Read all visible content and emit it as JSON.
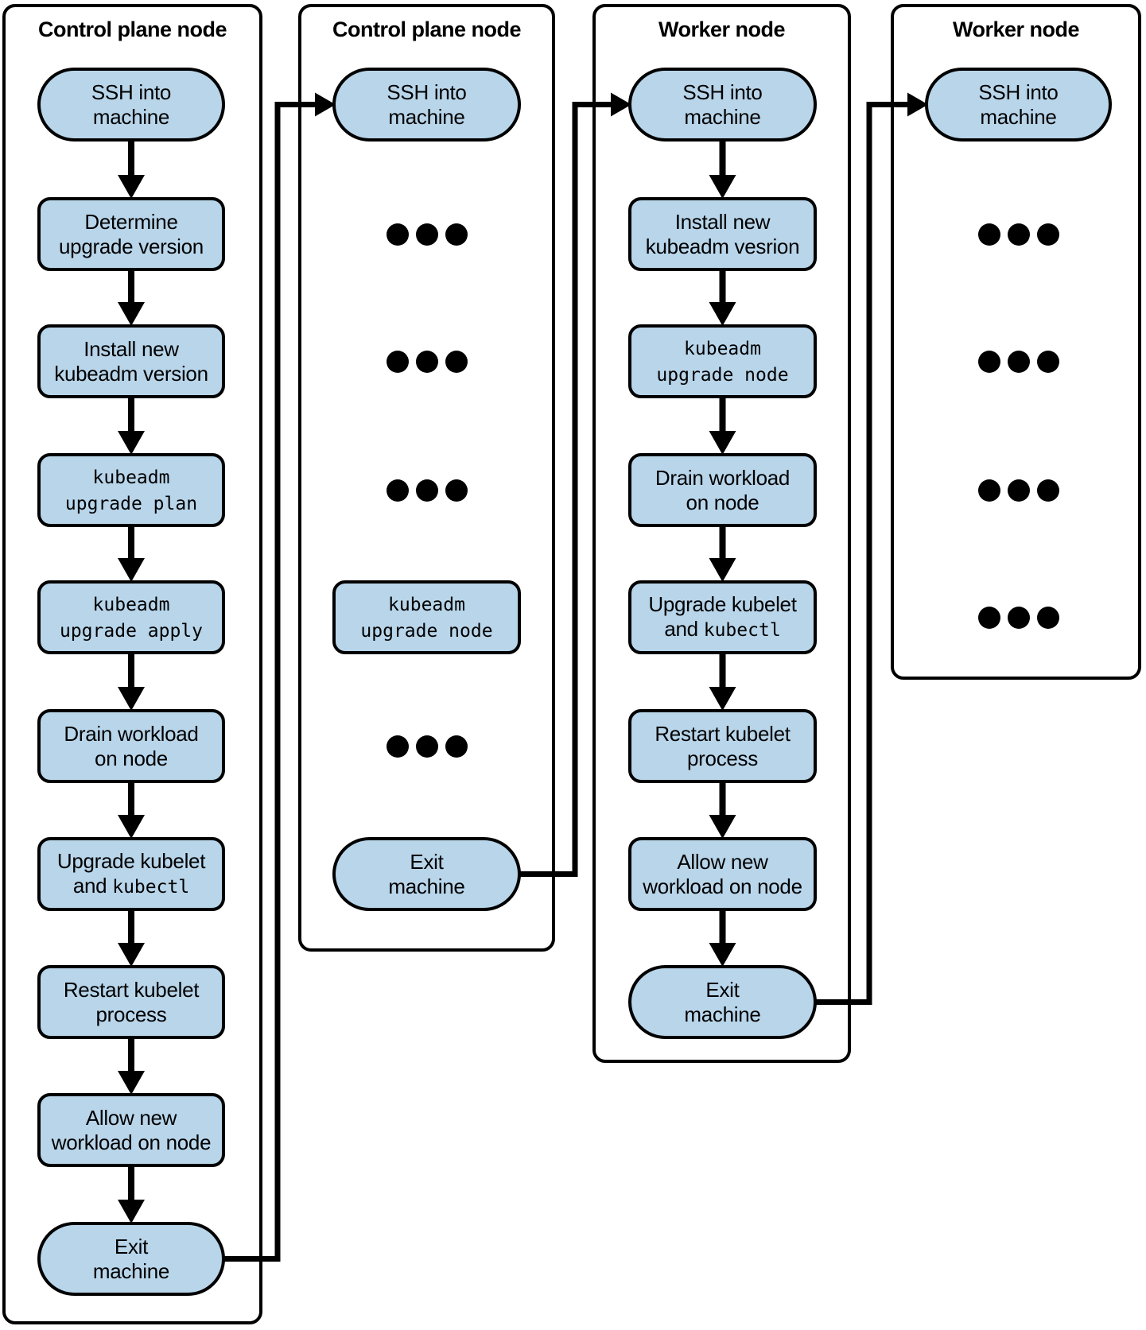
{
  "diagram": {
    "title": "kubeadm cluster upgrade flow",
    "colors": {
      "node_fill": "#b8d5ea",
      "stroke": "#000000",
      "background": "#ffffff"
    },
    "columns": [
      {
        "title": "Control plane node",
        "nodes": [
          {
            "kind": "pill",
            "row": 0,
            "lines": [
              [
                {
                  "t": "SSH into"
                }
              ],
              [
                {
                  "t": "machine"
                }
              ]
            ]
          },
          {
            "kind": "step",
            "row": 1,
            "lines": [
              [
                {
                  "t": "Determine"
                }
              ],
              [
                {
                  "t": "upgrade version"
                }
              ]
            ]
          },
          {
            "kind": "step",
            "row": 2,
            "lines": [
              [
                {
                  "t": "Install new"
                }
              ],
              [
                {
                  "t": "kubeadm version"
                }
              ]
            ]
          },
          {
            "kind": "code",
            "row": 3,
            "lines": [
              [
                {
                  "t": "kubeadm",
                  "mono": true
                }
              ],
              [
                {
                  "t": "upgrade plan",
                  "mono": true
                }
              ]
            ]
          },
          {
            "kind": "code",
            "row": 4,
            "lines": [
              [
                {
                  "t": "kubeadm",
                  "mono": true
                }
              ],
              [
                {
                  "t": "upgrade apply",
                  "mono": true
                }
              ]
            ]
          },
          {
            "kind": "step",
            "row": 5,
            "lines": [
              [
                {
                  "t": "Drain workload"
                }
              ],
              [
                {
                  "t": "on node"
                }
              ]
            ]
          },
          {
            "kind": "step",
            "row": 6,
            "lines": [
              [
                {
                  "t": "Upgrade kubelet"
                }
              ],
              [
                {
                  "t": "and "
                },
                {
                  "t": "kubectl",
                  "mono": true
                }
              ]
            ]
          },
          {
            "kind": "step",
            "row": 7,
            "lines": [
              [
                {
                  "t": "Restart kubelet"
                }
              ],
              [
                {
                  "t": "process"
                }
              ]
            ]
          },
          {
            "kind": "step",
            "row": 8,
            "lines": [
              [
                {
                  "t": "Allow new"
                }
              ],
              [
                {
                  "t": "workload on node"
                }
              ]
            ]
          },
          {
            "kind": "pill",
            "row": 9,
            "lines": [
              [
                {
                  "t": "Exit"
                }
              ],
              [
                {
                  "t": "machine"
                }
              ]
            ]
          }
        ]
      },
      {
        "title": "Control plane node",
        "nodes": [
          {
            "kind": "pill",
            "row": 0,
            "lines": [
              [
                {
                  "t": "SSH into"
                }
              ],
              [
                {
                  "t": "machine"
                }
              ]
            ]
          },
          {
            "kind": "dots",
            "row": 1
          },
          {
            "kind": "dots",
            "row": 2
          },
          {
            "kind": "dots",
            "row": 3
          },
          {
            "kind": "code",
            "row": 4,
            "lines": [
              [
                {
                  "t": "kubeadm",
                  "mono": true
                }
              ],
              [
                {
                  "t": "upgrade node",
                  "mono": true
                }
              ]
            ]
          },
          {
            "kind": "dots",
            "row": 5
          },
          {
            "kind": "pill",
            "row": 6,
            "lines": [
              [
                {
                  "t": "Exit"
                }
              ],
              [
                {
                  "t": "machine"
                }
              ]
            ]
          }
        ]
      },
      {
        "title": "Worker node",
        "nodes": [
          {
            "kind": "pill",
            "row": 0,
            "lines": [
              [
                {
                  "t": "SSH into"
                }
              ],
              [
                {
                  "t": "machine"
                }
              ]
            ]
          },
          {
            "kind": "step",
            "row": 1,
            "lines": [
              [
                {
                  "t": "Install new"
                }
              ],
              [
                {
                  "t": "kubeadm vesrion"
                }
              ]
            ]
          },
          {
            "kind": "code",
            "row": 2,
            "lines": [
              [
                {
                  "t": "kubeadm",
                  "mono": true
                }
              ],
              [
                {
                  "t": "upgrade node",
                  "mono": true
                }
              ]
            ]
          },
          {
            "kind": "step",
            "row": 3,
            "lines": [
              [
                {
                  "t": "Drain workload"
                }
              ],
              [
                {
                  "t": "on node"
                }
              ]
            ]
          },
          {
            "kind": "step",
            "row": 4,
            "lines": [
              [
                {
                  "t": "Upgrade kubelet"
                }
              ],
              [
                {
                  "t": "and "
                },
                {
                  "t": "kubectl",
                  "mono": true
                }
              ]
            ]
          },
          {
            "kind": "step",
            "row": 5,
            "lines": [
              [
                {
                  "t": "Restart kubelet"
                }
              ],
              [
                {
                  "t": "process"
                }
              ]
            ]
          },
          {
            "kind": "step",
            "row": 6,
            "lines": [
              [
                {
                  "t": "Allow new"
                }
              ],
              [
                {
                  "t": "workload on node"
                }
              ]
            ]
          },
          {
            "kind": "pill",
            "row": 7,
            "lines": [
              [
                {
                  "t": "Exit"
                }
              ],
              [
                {
                  "t": "machine"
                }
              ]
            ]
          }
        ]
      },
      {
        "title": "Worker node",
        "nodes": [
          {
            "kind": "pill",
            "row": 0,
            "lines": [
              [
                {
                  "t": "SSH into"
                }
              ],
              [
                {
                  "t": "machine"
                }
              ]
            ]
          },
          {
            "kind": "dots",
            "row": 1
          },
          {
            "kind": "dots",
            "row": 2
          },
          {
            "kind": "dots",
            "row": 3
          },
          {
            "kind": "dots",
            "row": 4
          }
        ]
      }
    ],
    "connectors": [
      {
        "from": 0,
        "to": 1
      },
      {
        "from": 1,
        "to": 2
      },
      {
        "from": 2,
        "to": 3
      }
    ]
  }
}
